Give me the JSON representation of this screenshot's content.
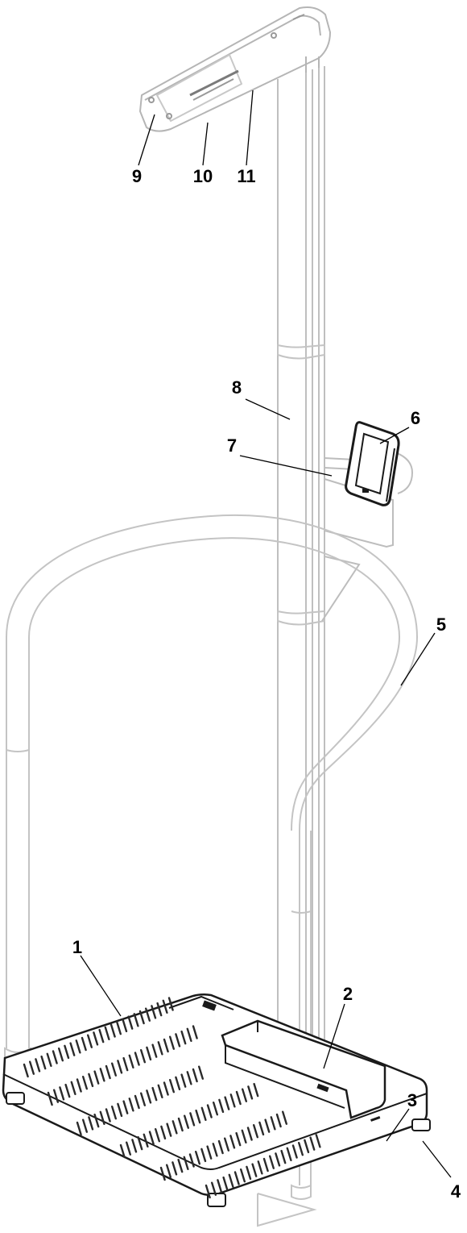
{
  "callouts": [
    {
      "id": "1",
      "label": "1"
    },
    {
      "id": "2",
      "label": "2"
    },
    {
      "id": "3",
      "label": "3"
    },
    {
      "id": "4",
      "label": "4"
    },
    {
      "id": "5",
      "label": "5"
    },
    {
      "id": "6",
      "label": "6"
    },
    {
      "id": "7",
      "label": "7"
    },
    {
      "id": "8",
      "label": "8"
    },
    {
      "id": "9",
      "label": "9"
    },
    {
      "id": "10",
      "label": "10"
    },
    {
      "id": "11",
      "label": "11"
    }
  ],
  "colors": {
    "line_light": "#bfbfbf",
    "line_dark": "#1a1a1a",
    "fill_platform": "#f2f2f2",
    "slot": "#2a2a2a",
    "callout": "#000000"
  }
}
